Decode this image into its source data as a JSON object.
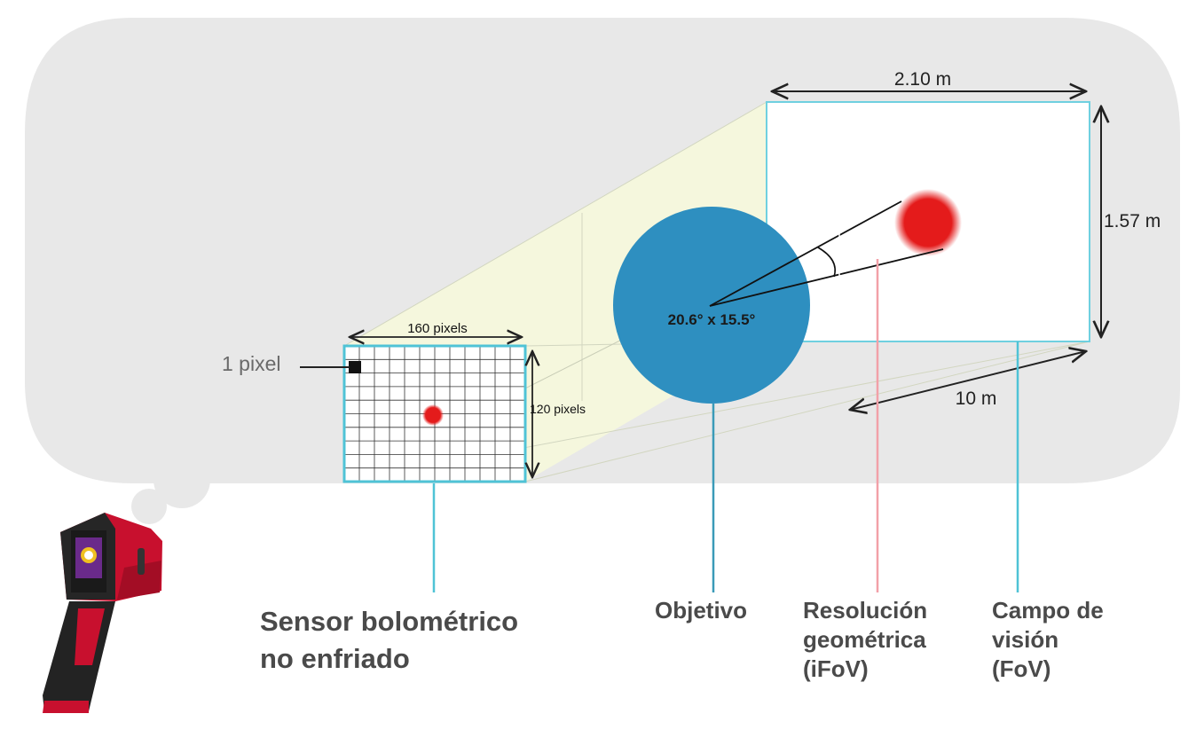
{
  "dimensions": {
    "width_top": "2.10 m",
    "height_right": "1.57 m",
    "distance": "10 m",
    "sensor_width": "160 pixels",
    "sensor_height": "120 pixels",
    "angle": "20.6° x 15.5°"
  },
  "pixel_label": "1 pixel",
  "labels": {
    "sensor": [
      "Sensor bolométrico",
      "no enfriado"
    ],
    "objective": [
      "Objetivo"
    ],
    "resolution": [
      "Resolución",
      "geométrica",
      "(iFoV)"
    ],
    "field": [
      "Campo de",
      "visión",
      "(FoV)"
    ]
  },
  "colors": {
    "bubble": "#e8e8e8",
    "frustum": "#f5f7dc",
    "frame": "#4fc3d6",
    "lens": "#2e8fc0",
    "hot_spot": "#e02020",
    "callout_red": "#f2a0a8",
    "camera_red": "#c8102e"
  }
}
